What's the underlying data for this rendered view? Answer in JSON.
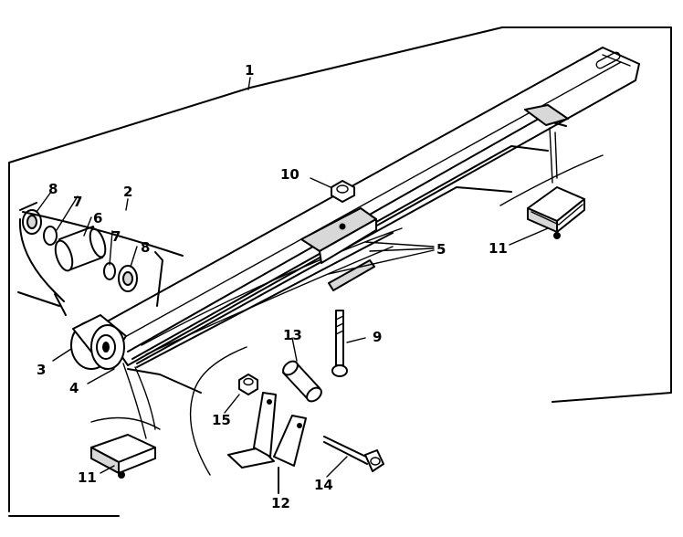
{
  "labels": {
    "l1": "1",
    "l2": "2",
    "l3": "3",
    "l4": "4",
    "l5": "5",
    "l6": "6",
    "l7a": "7",
    "l7b": "7",
    "l8a": "8",
    "l8b": "8",
    "l9": "9",
    "l10": "10",
    "l11a": "11",
    "l11b": "11",
    "l12": "12",
    "l13": "13",
    "l14": "14",
    "l15": "15"
  }
}
